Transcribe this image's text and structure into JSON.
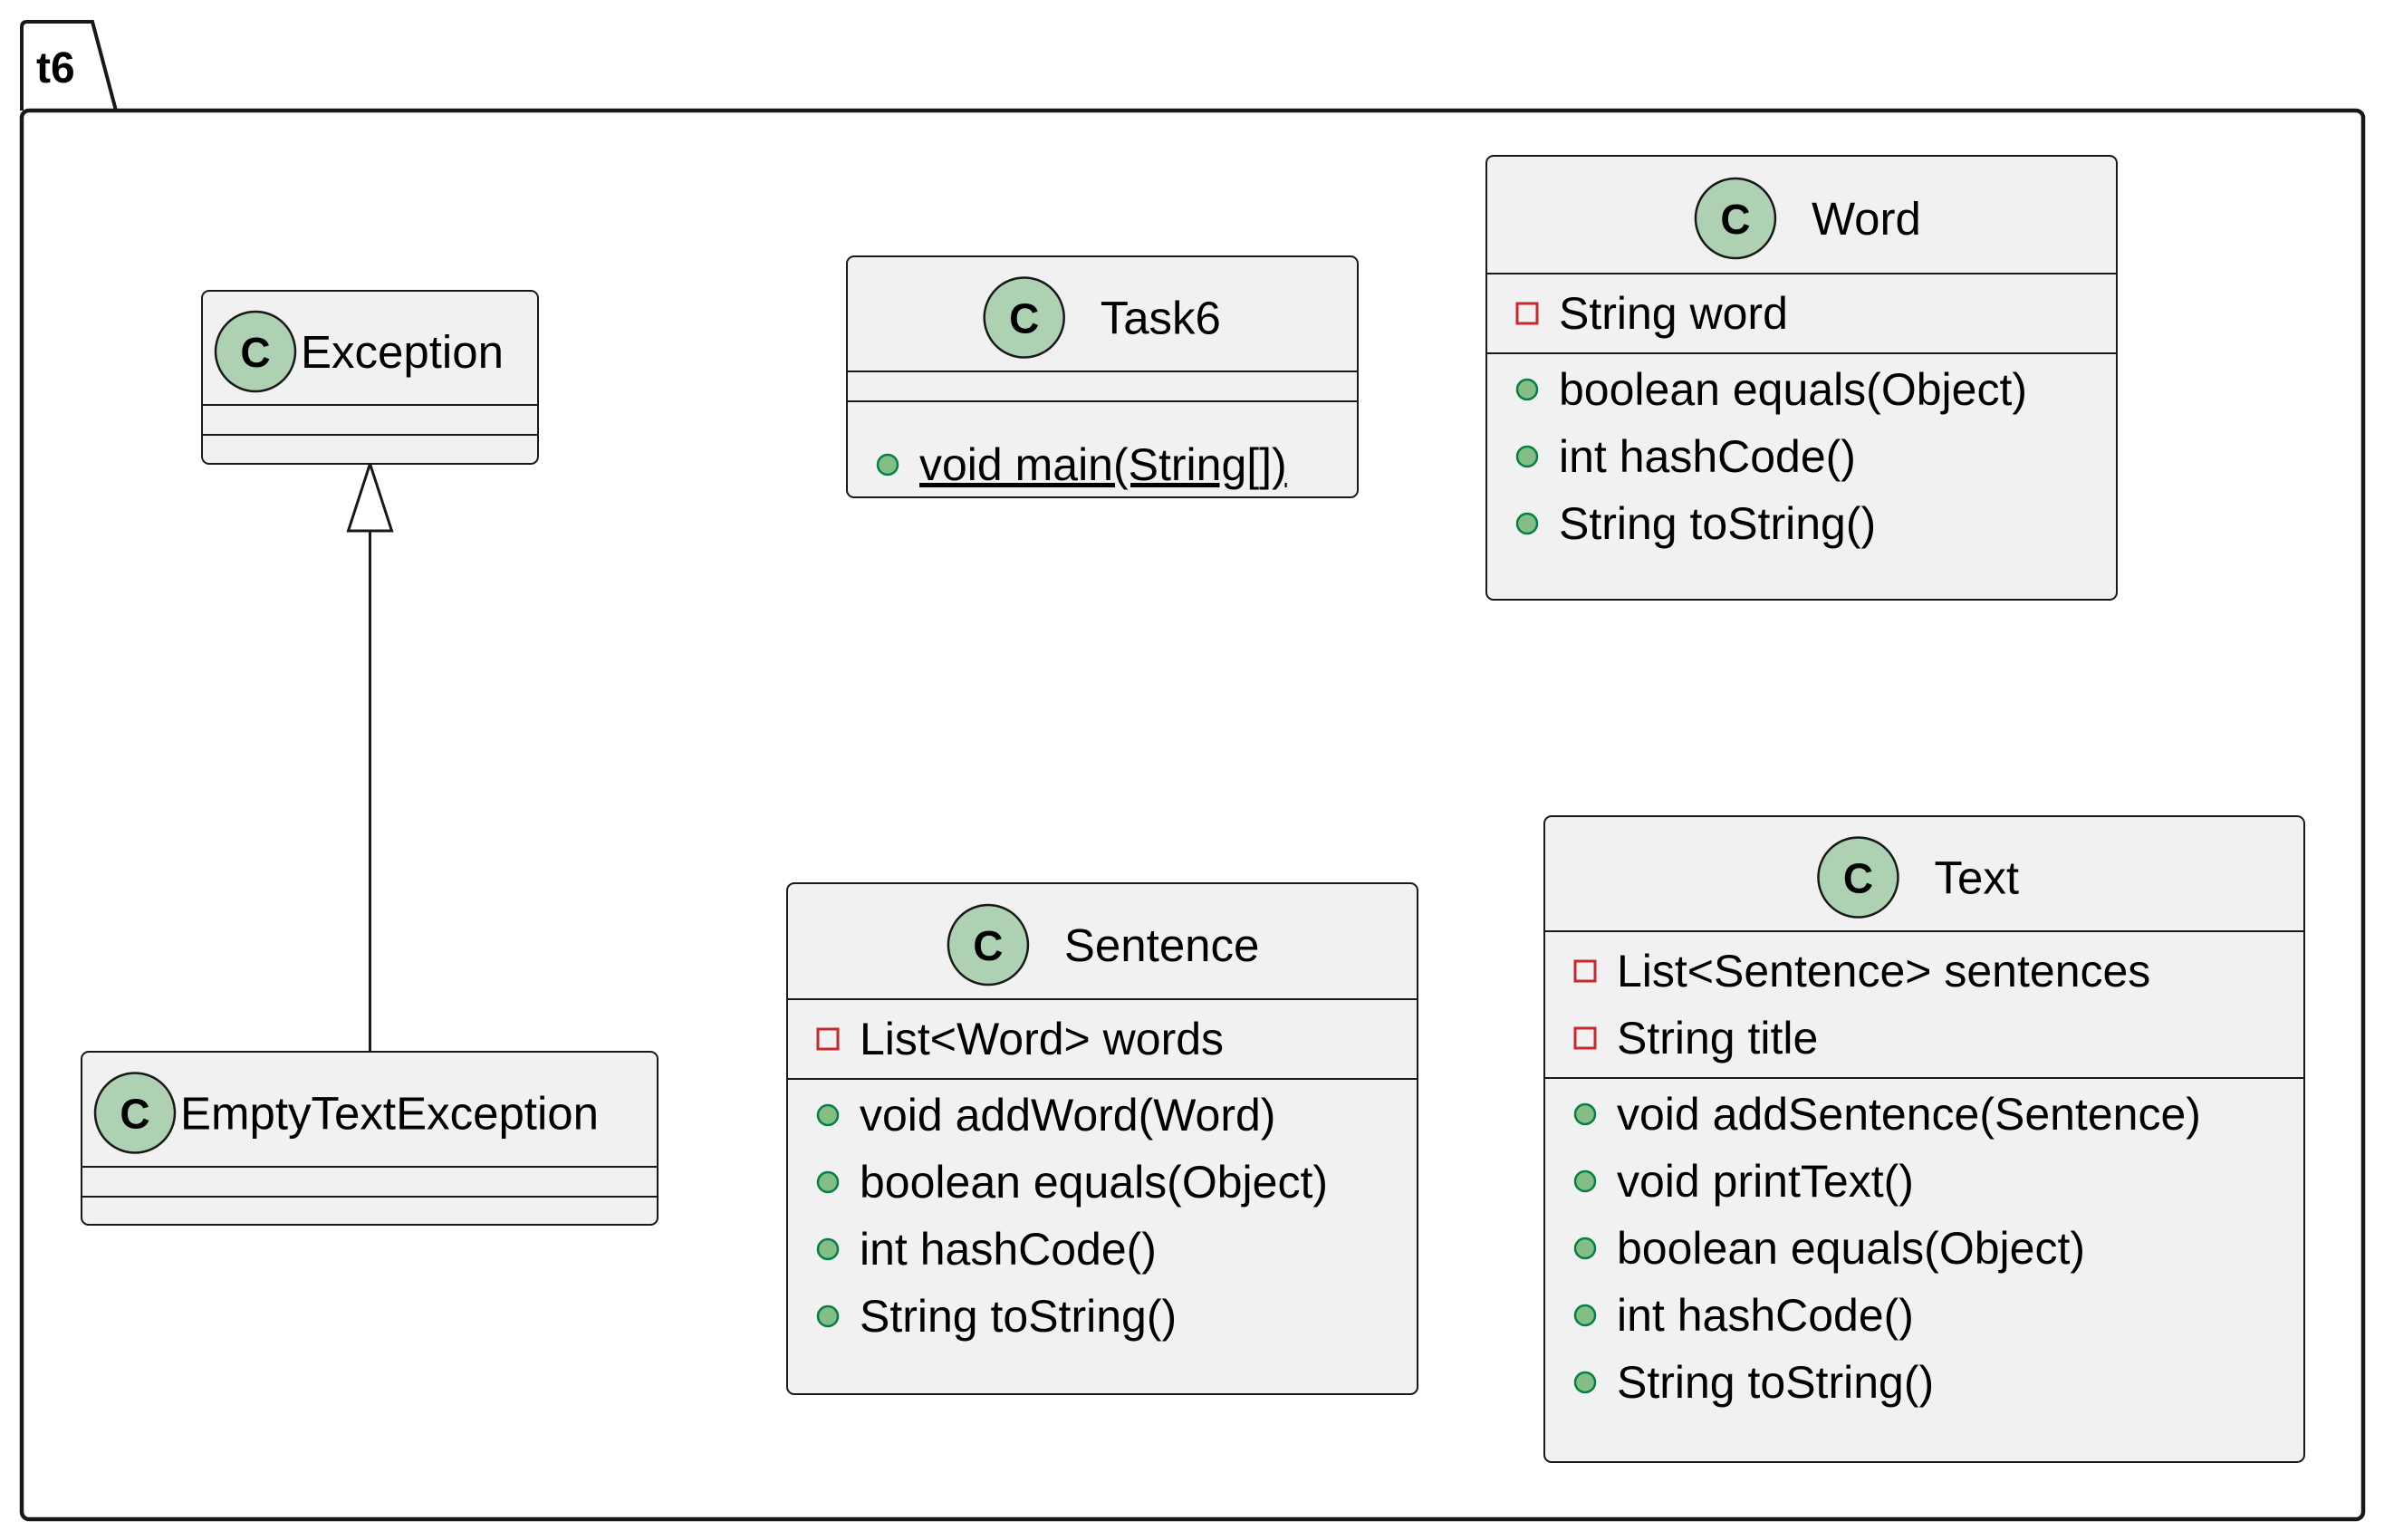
{
  "package": {
    "name": "t6"
  },
  "classes": [
    {
      "id": "exception",
      "name": "Exception",
      "badge": "C",
      "fields": [],
      "methods": []
    },
    {
      "id": "task6",
      "name": "Task6",
      "badge": "C",
      "fields": [],
      "methods": [
        {
          "visibility": "public",
          "text": "void main(String[])",
          "static": true
        }
      ]
    },
    {
      "id": "word",
      "name": "Word",
      "badge": "C",
      "fields": [
        {
          "visibility": "private",
          "text": "String word"
        }
      ],
      "methods": [
        {
          "visibility": "public",
          "text": "boolean equals(Object)"
        },
        {
          "visibility": "public",
          "text": "int hashCode()"
        },
        {
          "visibility": "public",
          "text": "String toString()"
        }
      ]
    },
    {
      "id": "empty-text-exception",
      "name": "EmptyTextException",
      "badge": "C",
      "fields": [],
      "methods": []
    },
    {
      "id": "sentence",
      "name": "Sentence",
      "badge": "C",
      "fields": [
        {
          "visibility": "private",
          "text": "List<Word> words"
        }
      ],
      "methods": [
        {
          "visibility": "public",
          "text": "void addWord(Word)"
        },
        {
          "visibility": "public",
          "text": "boolean equals(Object)"
        },
        {
          "visibility": "public",
          "text": "int hashCode()"
        },
        {
          "visibility": "public",
          "text": "String toString()"
        }
      ]
    },
    {
      "id": "text",
      "name": "Text",
      "badge": "C",
      "fields": [
        {
          "visibility": "private",
          "text": "List<Sentence> sentences"
        },
        {
          "visibility": "private",
          "text": "String title"
        }
      ],
      "methods": [
        {
          "visibility": "public",
          "text": "void addSentence(Sentence)"
        },
        {
          "visibility": "public",
          "text": "void printText()"
        },
        {
          "visibility": "public",
          "text": "boolean equals(Object)"
        },
        {
          "visibility": "public",
          "text": "int hashCode()"
        },
        {
          "visibility": "public",
          "text": "String toString()"
        }
      ]
    }
  ],
  "relations": [
    {
      "type": "inheritance",
      "from": "empty-text-exception",
      "to": "exception"
    }
  ]
}
